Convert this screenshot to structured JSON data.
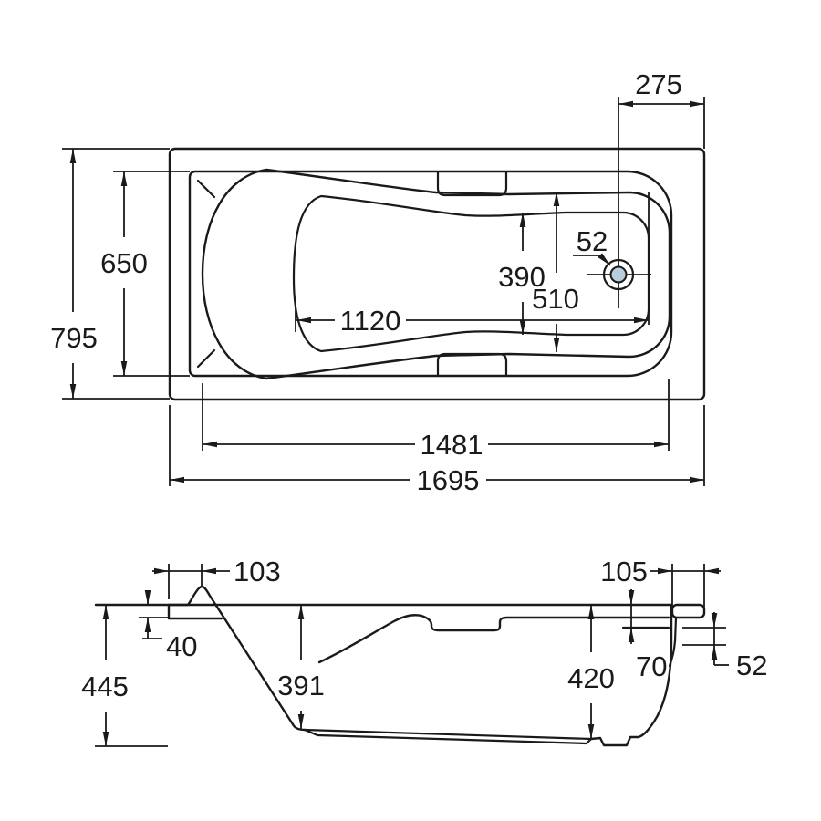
{
  "meta": {
    "title": "Bathtub dimensional drawing",
    "background": "#ffffff",
    "line_color": "#1a1a1a",
    "drain_fill": "#b9cedd"
  },
  "plan_view": {
    "overall_length": "1695",
    "inner_length": "1481",
    "floor_length": "1120",
    "overall_width": "795",
    "rim_width": "650",
    "basin_width": "510",
    "floor_width": "390",
    "drain_offset": "275",
    "drain_diameter": "52"
  },
  "side_view": {
    "overall_height": "445",
    "inner_depth": "391",
    "foot_depth": "420",
    "head_rim_length": "103",
    "rim_drop": "40",
    "foot_rim_length": "105",
    "ledge_drop": "70",
    "skirt_drop": "52"
  }
}
